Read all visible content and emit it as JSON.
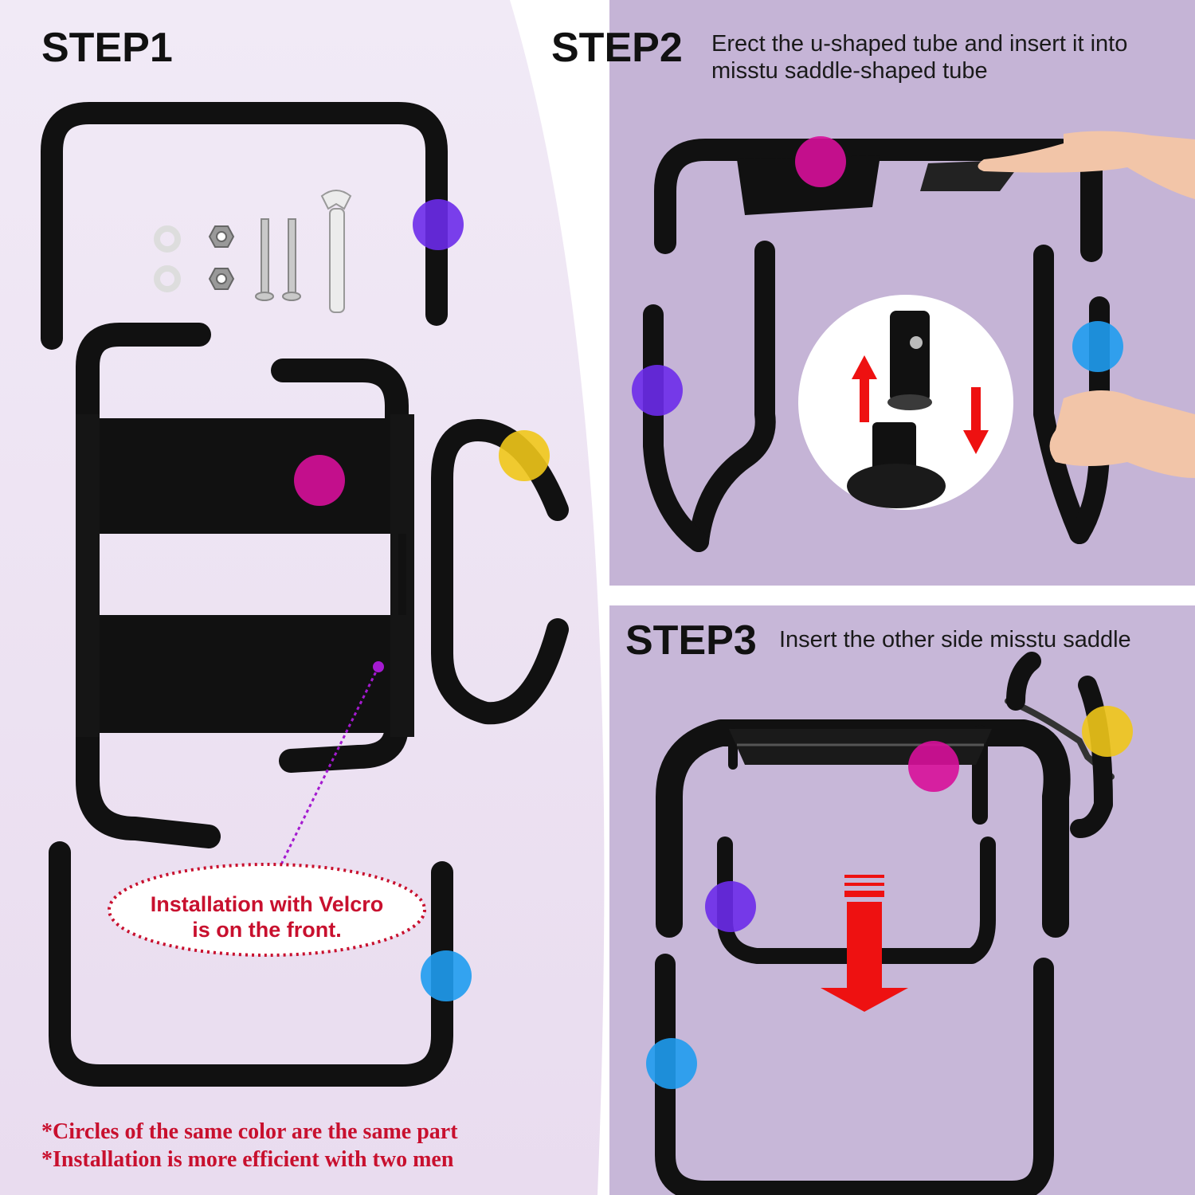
{
  "steps": [
    {
      "title": "STEP1",
      "description": ""
    },
    {
      "title": "STEP2",
      "description": "Erect the u-shaped tube and insert it into misstu saddle-shaped tube"
    },
    {
      "title": "STEP3",
      "description": "Insert the other side misstu saddle"
    }
  ],
  "callout": {
    "line1": "Installation with Velcro",
    "line2": "is on the front."
  },
  "notes": [
    "*Circles of the same color are the same part",
    "*Installation is more efficient with two men"
  ],
  "colors": {
    "purple_marker": "#6b2bea",
    "magenta_marker": "#d7109a",
    "yellow_marker": "#efc61a",
    "blue_marker": "#1f9cf0",
    "accent_red": "#c8102e",
    "tube_black": "#111111",
    "panel_lavender": "#c5b4d6"
  },
  "icons": [
    "washer-icon",
    "hex-nut-icon",
    "bolt-icon",
    "wrench-icon",
    "up-arrow-icon",
    "down-arrow-icon"
  ]
}
